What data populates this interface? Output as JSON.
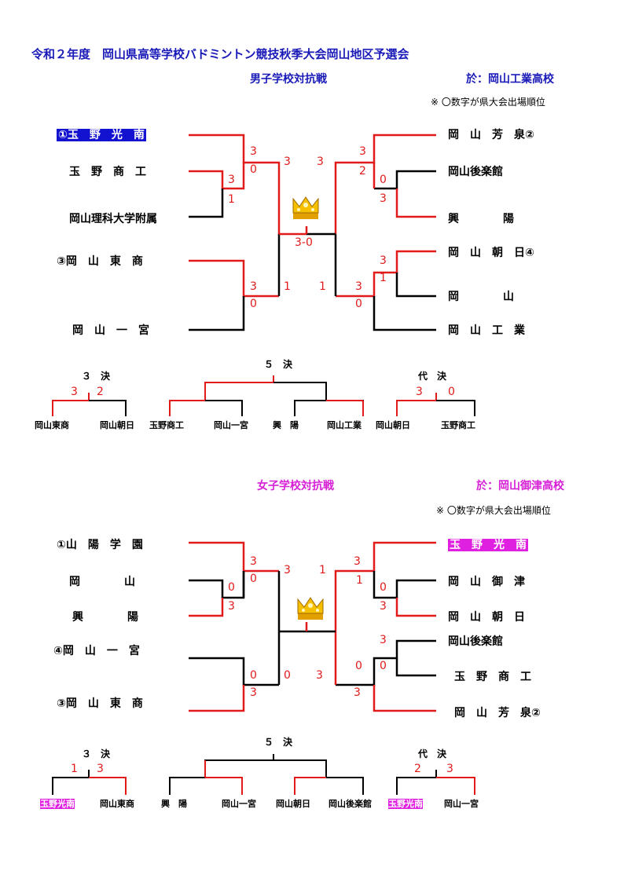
{
  "header": {
    "title": "令和２年度　岡山県高等学校バドミントン競技秋季大会岡山地区予選会"
  },
  "boys": {
    "heading": "男子学校対抗戦",
    "venue": "於：岡山工業高校",
    "note": "※ 〇数字が県大会出場順位",
    "left_teams": [
      "①玉　野　光　南",
      "玉　野　商　工",
      "岡山理科大学附属",
      "③岡　山　東　商",
      "岡　山　一　宮"
    ],
    "right_teams": [
      "岡　山　芳　泉②",
      "岡山後楽館",
      "興　　　　陽",
      "岡　山　朝　日④",
      "岡　　　　山",
      "岡　山　工　業"
    ],
    "scores": [
      "3",
      "0",
      "3",
      "1",
      "3",
      "3",
      "3",
      "2",
      "0",
      "3",
      "3",
      "0",
      "1",
      "1",
      "3",
      "0",
      "3",
      "1",
      "3-0"
    ],
    "third": {
      "label": "３　決",
      "teams": [
        "岡山東商",
        "岡山朝日"
      ],
      "scores": [
        "3",
        "2"
      ]
    },
    "fifth": {
      "label": "５　決",
      "teams": [
        "玉野商工",
        "岡山一宮",
        "興　陽",
        "岡山工業"
      ]
    },
    "rep": {
      "label": "代　決",
      "teams": [
        "岡山朝日",
        "玉野商工"
      ],
      "scores": [
        "3",
        "0"
      ]
    }
  },
  "girls": {
    "heading": "女子学校対抗戦",
    "venue": "於：岡山御津高校",
    "note": "※ 〇数字が県大会出場順位",
    "left_teams": [
      "①山　陽　学　園",
      "岡　　　　山",
      "興　　　　陽",
      "④岡　山　一　宮",
      "③岡　山　東　商"
    ],
    "right_teams": [
      "玉　野　光　南",
      "岡　山　御　津",
      "岡　山　朝　日",
      "岡山後楽館",
      "玉　野　商　工",
      "岡　山　芳　泉②"
    ],
    "scores": [
      "3",
      "0",
      "0",
      "3",
      "3",
      "1",
      "3",
      "1",
      "0",
      "3",
      "3",
      "0",
      "0",
      "0",
      "3",
      "3",
      "3"
    ],
    "third": {
      "label": "３　決",
      "teams": [
        "玉野光南",
        "岡山東商"
      ],
      "scores": [
        "1",
        "3"
      ]
    },
    "fifth": {
      "label": "５　決",
      "teams": [
        "興　陽",
        "岡山一宮",
        "岡山朝日",
        "岡山後楽館"
      ]
    },
    "rep": {
      "label": "代　決",
      "teams": [
        "玉野光南",
        "岡山一宮"
      ],
      "scores": [
        "2",
        "3"
      ]
    }
  },
  "colors": {
    "win_line": "#e11a1a",
    "line": "#000000",
    "title": "#1a1ab8",
    "girls": "#d61fd6"
  }
}
